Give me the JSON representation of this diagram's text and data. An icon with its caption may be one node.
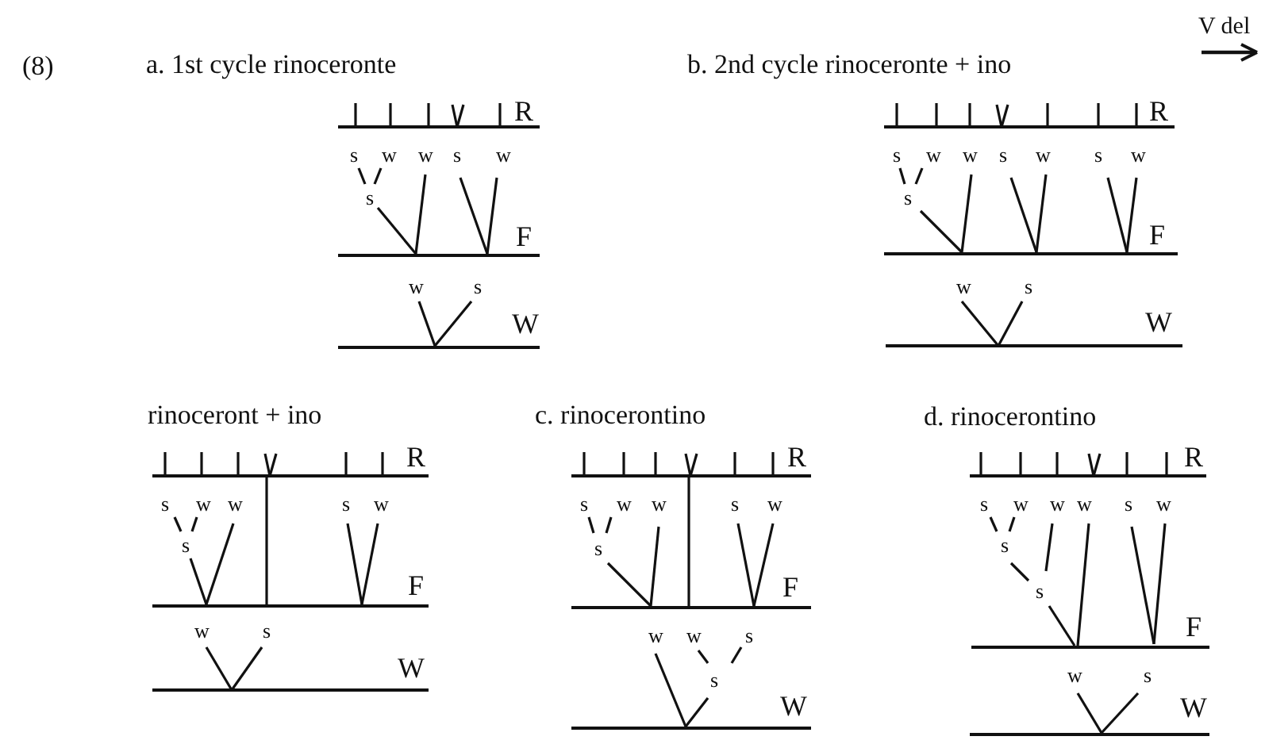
{
  "diagram": {
    "labels": [
      "(8)",
      "a. 1st cycle rinoceronte",
      "R",
      "s",
      "w",
      "w",
      "s",
      "w",
      "s",
      "F",
      "w",
      "s",
      "W",
      "b. 2nd cycle rinoceronte + ino",
      "R",
      "s",
      "w",
      "w",
      "s",
      "w",
      "s",
      "w",
      "s",
      "F",
      "w",
      "s",
      "W",
      "V del",
      "rinoceront + ino",
      "R",
      "s",
      "w",
      "w",
      "s",
      "w",
      "s",
      "F",
      "w",
      "s",
      "W",
      "c. rinocerontino",
      "R",
      "s",
      "w",
      "w",
      "s",
      "w",
      "s",
      "F",
      "w",
      "w",
      "s",
      "s",
      "W",
      "d. rinocerontino",
      "R",
      "s",
      "w",
      "w",
      "w",
      "s",
      "w",
      "s",
      "s",
      "F",
      "w",
      "s",
      "W"
    ]
  }
}
